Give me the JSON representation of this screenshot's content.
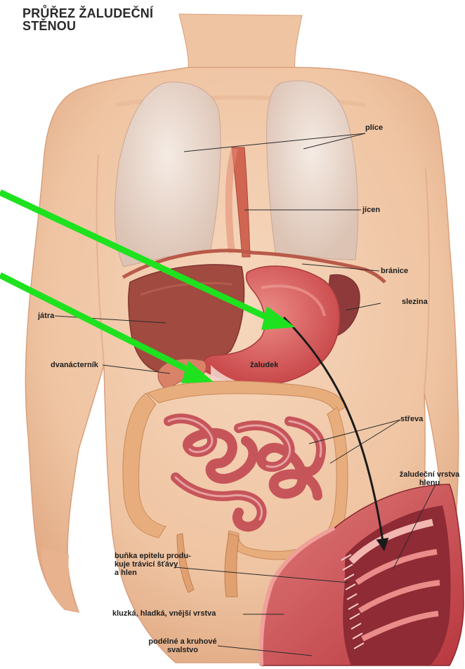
{
  "title": {
    "line1": "PRŮŘEZ ŽALUDEČNÍ",
    "line2": "STĚNOU"
  },
  "labels": {
    "plice": "plíce",
    "jicen": "jícen",
    "branice": "bránice",
    "slezina": "slezina",
    "jatra": "játra",
    "dvanacternik": "dvanácterník",
    "zaludek": "žaludek",
    "streva": "střeva",
    "zaludecni_vrstva_line1": "žaludeční vrstva",
    "zaludecni_vrstva_line2": "hlenu",
    "bunka_line1": "buňka epitelu produ-",
    "bunka_line2": "kuje trávicí šťávy",
    "bunka_line3": "a hlen",
    "kluzka": "kluzká, hladká, vnější vrstva",
    "svalstvo_line1": "podélné a kruhové",
    "svalstvo_line2": "svalstvo"
  },
  "colors": {
    "skin": "#f1c7a6",
    "skin_shadow": "#d9a07c",
    "lung": "#efe0d6",
    "liver": "#a14a3f",
    "stomach": "#d5605c",
    "intestine": "#c6555a",
    "colon": "#e7ad7c",
    "arrow_green": "#1ee21e",
    "arrow_black": "#1a1a1a",
    "text": "#1e1e1e"
  }
}
